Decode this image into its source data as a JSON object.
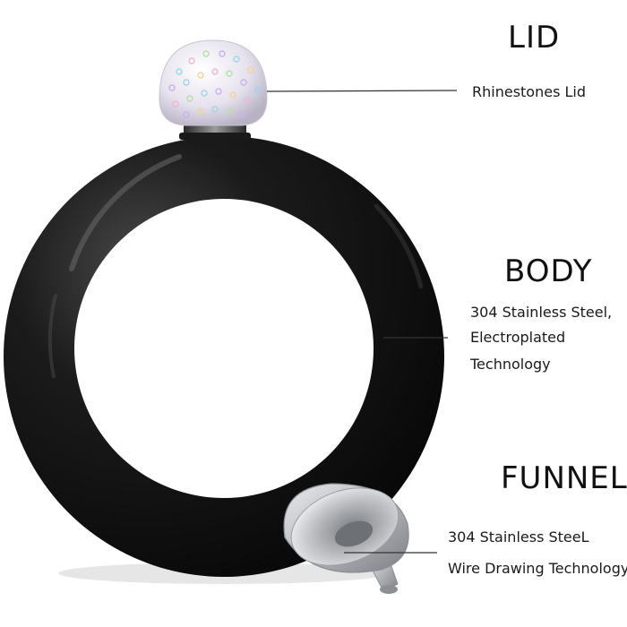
{
  "lid": {
    "heading": "LID",
    "description": "Rhinestones Lid"
  },
  "body": {
    "heading": "BODY",
    "description_lines": [
      "304 Stainless Steel,",
      "Electroplated",
      "Technology"
    ]
  },
  "funnel": {
    "heading": "FUNNEL",
    "description_lines": [
      "304 Stainless SteeL",
      "Wire Drawing Technology"
    ]
  },
  "colors": {
    "flask_body": "#101010",
    "lid_gem": "#eeeaf2",
    "funnel_steel": "#b9bbbf",
    "leader_line": "#333333"
  }
}
